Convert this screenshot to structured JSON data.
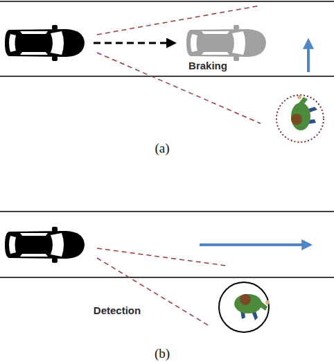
{
  "diagram": {
    "labels": [
      "Braking",
      "(a)",
      "Detection",
      "(b)"
    ]
  }
}
